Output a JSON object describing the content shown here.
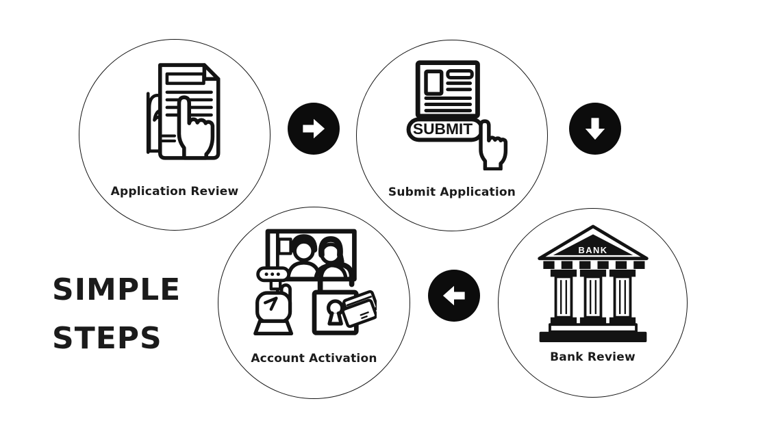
{
  "page": {
    "background": "#ffffff",
    "line_color": "#131313"
  },
  "title": {
    "line1": "SIMPLE",
    "line2": "STEPS"
  },
  "steps": [
    {
      "label": "Application Review",
      "icon": "application-review-icon"
    },
    {
      "label": "Submit Application",
      "icon": "submit-application-icon",
      "icon_text": "SUBMIT"
    },
    {
      "label": "Bank Review",
      "icon": "bank-building-icon",
      "icon_text": "BANK"
    },
    {
      "label": "Account Activation",
      "icon": "account-activation-icon"
    }
  ],
  "arrows": [
    {
      "direction": "right",
      "style": "white-arrow-in-black-circle"
    },
    {
      "direction": "down",
      "style": "white-arrow-in-black-circle"
    },
    {
      "direction": "left",
      "style": "white-arrow-in-black-circle"
    }
  ]
}
